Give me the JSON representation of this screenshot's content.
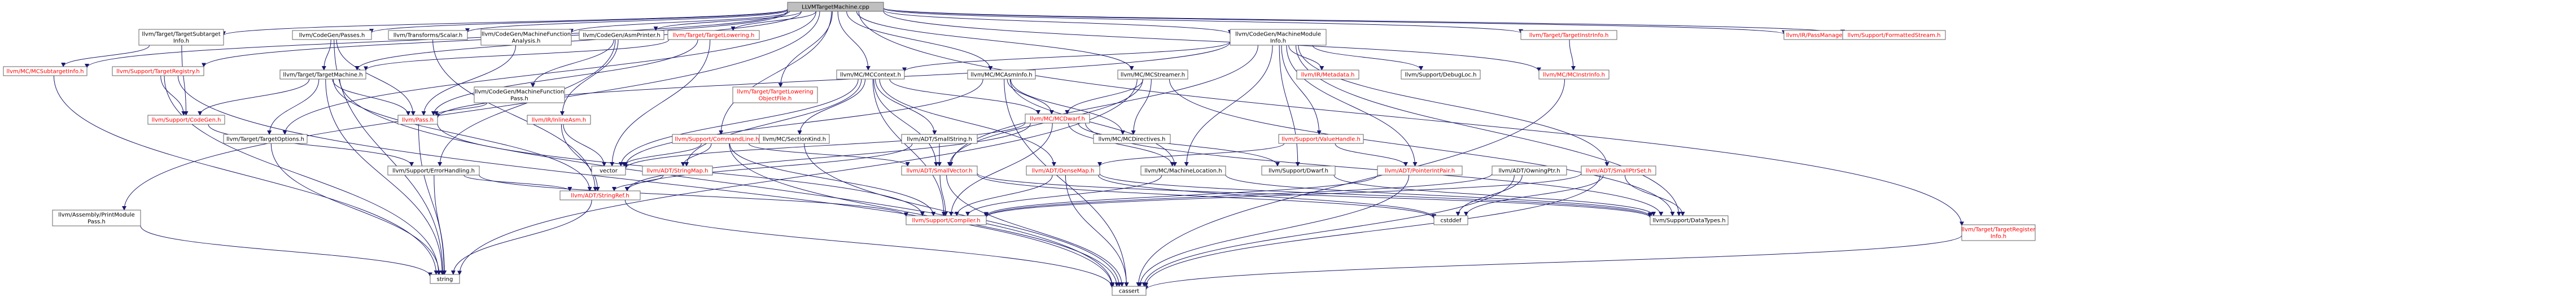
{
  "diagram": {
    "colors": {
      "root_fill": "#bfbfbf",
      "node_fill": "#ffffff",
      "border": "#666666",
      "linked_text": "#000000",
      "missing_text": "#ff0000",
      "edge": "#191970"
    },
    "nodes": [
      {
        "id": "root",
        "lines": [
          "LLVMTargetMachine.cpp"
        ],
        "style": "root"
      },
      {
        "id": "target_subtarget",
        "lines": [
          "llvm/Target/TargetSubtarget",
          "Info.h"
        ],
        "style": "linked"
      },
      {
        "id": "codegen_passes",
        "lines": [
          "llvm/CodeGen/Passes.h"
        ],
        "style": "linked"
      },
      {
        "id": "transforms_scalar",
        "lines": [
          "llvm/Transforms/Scalar.h"
        ],
        "style": "linked"
      },
      {
        "id": "codegen_mfa",
        "lines": [
          "llvm/CodeGen/MachineFunction",
          "Analysis.h"
        ],
        "style": "linked"
      },
      {
        "id": "codegen_asmprinter",
        "lines": [
          "llvm/CodeGen/AsmPrinter.h"
        ],
        "style": "linked"
      },
      {
        "id": "target_lowering",
        "lines": [
          "llvm/Target/TargetLowering.h"
        ],
        "style": "missing"
      },
      {
        "id": "codegen_machinemodule",
        "lines": [
          "llvm/CodeGen/MachineModule",
          "Info.h"
        ],
        "style": "linked"
      },
      {
        "id": "target_instrinfo",
        "lines": [
          "llvm/Target/TargetInstrInfo.h"
        ],
        "style": "missing"
      },
      {
        "id": "ir_passmanager",
        "lines": [
          "llvm/IR/PassManager.h"
        ],
        "style": "missing"
      },
      {
        "id": "support_formatted",
        "lines": [
          "llvm/Support/FormattedStream.h"
        ],
        "style": "missing"
      },
      {
        "id": "mc_subtargetinfo",
        "lines": [
          "llvm/MC/MCSubtargetInfo.h"
        ],
        "style": "missing"
      },
      {
        "id": "support_targetregistry",
        "lines": [
          "llvm/Support/TargetRegistry.h"
        ],
        "style": "missing"
      },
      {
        "id": "target_targetmachine",
        "lines": [
          "llvm/Target/TargetMachine.h"
        ],
        "style": "linked"
      },
      {
        "id": "codegen_mfpass",
        "lines": [
          "llvm/CodeGen/MachineFunction",
          "Pass.h"
        ],
        "style": "linked"
      },
      {
        "id": "target_lowering_objfile",
        "lines": [
          "llvm/Target/TargetLowering",
          "ObjectFile.h"
        ],
        "style": "missing"
      },
      {
        "id": "mc_mccontext",
        "lines": [
          "llvm/MC/MCContext.h"
        ],
        "style": "linked"
      },
      {
        "id": "mc_mcasminfo",
        "lines": [
          "llvm/MC/MCAsmInfo.h"
        ],
        "style": "linked"
      },
      {
        "id": "mc_mcstreamer",
        "lines": [
          "llvm/MC/MCStreamer.h"
        ],
        "style": "linked"
      },
      {
        "id": "ir_metadata",
        "lines": [
          "llvm/IR/Metadata.h"
        ],
        "style": "missing"
      },
      {
        "id": "support_debugloc",
        "lines": [
          "llvm/Support/DebugLoc.h"
        ],
        "style": "linked"
      },
      {
        "id": "mc_mcinstrinfo",
        "lines": [
          "llvm/MC/MCInstrInfo.h"
        ],
        "style": "missing"
      },
      {
        "id": "support_codegen",
        "lines": [
          "llvm/Support/CodeGen.h"
        ],
        "style": "missing"
      },
      {
        "id": "target_targetoptions",
        "lines": [
          "llvm/Target/TargetOptions.h"
        ],
        "style": "linked"
      },
      {
        "id": "pass",
        "lines": [
          "llvm/Pass.h"
        ],
        "style": "missing"
      },
      {
        "id": "ir_inlineasm",
        "lines": [
          "llvm/IR/InlineAsm.h"
        ],
        "style": "missing"
      },
      {
        "id": "adt_smallstring",
        "lines": [
          "llvm/ADT/SmallString.h"
        ],
        "style": "linked"
      },
      {
        "id": "support_commandline",
        "lines": [
          "llvm/Support/CommandLine.h"
        ],
        "style": "missing"
      },
      {
        "id": "mc_sectionkind",
        "lines": [
          "llvm/MC/SectionKind.h"
        ],
        "style": "linked"
      },
      {
        "id": "mc_mcdwarf",
        "lines": [
          "llvm/MC/MCDwarf.h"
        ],
        "style": "missing"
      },
      {
        "id": "mc_mcdirectives",
        "lines": [
          "llvm/MC/MCDirectives.h"
        ],
        "style": "linked"
      },
      {
        "id": "support_valuehandle",
        "lines": [
          "llvm/Support/ValueHandle.h"
        ],
        "style": "missing"
      },
      {
        "id": "assembly_print",
        "lines": [
          "llvm/Assembly/PrintModule",
          "Pass.h"
        ],
        "style": "linked"
      },
      {
        "id": "support_errorhandling",
        "lines": [
          "llvm/Support/ErrorHandling.h"
        ],
        "style": "linked"
      },
      {
        "id": "vector",
        "lines": [
          "vector"
        ],
        "style": "plain"
      },
      {
        "id": "adt_stringmap",
        "lines": [
          "llvm/ADT/StringMap.h"
        ],
        "style": "missing"
      },
      {
        "id": "adt_smallvector",
        "lines": [
          "llvm/ADT/SmallVector.h"
        ],
        "style": "missing"
      },
      {
        "id": "adt_densemap",
        "lines": [
          "llvm/ADT/DenseMap.h"
        ],
        "style": "missing"
      },
      {
        "id": "mc_machinelocation",
        "lines": [
          "llvm/MC/MachineLocation.h"
        ],
        "style": "linked"
      },
      {
        "id": "support_dwarf",
        "lines": [
          "llvm/Support/Dwarf.h"
        ],
        "style": "linked"
      },
      {
        "id": "adt_pointerintpair",
        "lines": [
          "llvm/ADT/PointerIntPair.h"
        ],
        "style": "missing"
      },
      {
        "id": "adt_owningptr",
        "lines": [
          "llvm/ADT/OwningPtr.h"
        ],
        "style": "linked"
      },
      {
        "id": "adt_smallptrset",
        "lines": [
          "llvm/ADT/SmallPtrSet.h"
        ],
        "style": "missing"
      },
      {
        "id": "target_register",
        "lines": [
          "llvm/Target/TargetRegister",
          "Info.h"
        ],
        "style": "missing"
      },
      {
        "id": "adt_stringref",
        "lines": [
          "llvm/ADT/StringRef.h"
        ],
        "style": "missing"
      },
      {
        "id": "support_compiler",
        "lines": [
          "llvm/Support/Compiler.h"
        ],
        "style": "missing"
      },
      {
        "id": "cstddef",
        "lines": [
          "cstddef"
        ],
        "style": "plain"
      },
      {
        "id": "support_datatypes",
        "lines": [
          "llvm/Support/DataTypes.h"
        ],
        "style": "linked"
      },
      {
        "id": "string",
        "lines": [
          "string"
        ],
        "style": "plain"
      },
      {
        "id": "cassert",
        "lines": [
          "cassert"
        ],
        "style": "plain"
      }
    ],
    "edges": [
      [
        "root",
        "target_subtarget"
      ],
      [
        "root",
        "codegen_passes"
      ],
      [
        "root",
        "transforms_scalar"
      ],
      [
        "root",
        "codegen_mfa"
      ],
      [
        "root",
        "codegen_asmprinter"
      ],
      [
        "root",
        "target_lowering"
      ],
      [
        "root",
        "codegen_machinemodule"
      ],
      [
        "root",
        "target_instrinfo"
      ],
      [
        "root",
        "ir_passmanager"
      ],
      [
        "root",
        "support_formatted"
      ],
      [
        "root",
        "mc_subtargetinfo"
      ],
      [
        "root",
        "support_targetregistry"
      ],
      [
        "root",
        "target_targetmachine"
      ],
      [
        "root",
        "target_lowering_objfile"
      ],
      [
        "root",
        "mc_mccontext"
      ],
      [
        "root",
        "mc_mcasminfo"
      ],
      [
        "root",
        "mc_mcstreamer"
      ],
      [
        "root",
        "mc_mcinstrinfo"
      ],
      [
        "root",
        "target_targetoptions"
      ],
      [
        "root",
        "support_commandline"
      ],
      [
        "root",
        "assembly_print"
      ],
      [
        "root",
        "target_register"
      ],
      [
        "target_subtarget",
        "mc_subtargetinfo"
      ],
      [
        "target_subtarget",
        "support_codegen"
      ],
      [
        "codegen_passes",
        "target_targetmachine"
      ],
      [
        "codegen_passes",
        "pass"
      ],
      [
        "codegen_passes",
        "string"
      ],
      [
        "transforms_scalar",
        "adt_stringref"
      ],
      [
        "codegen_mfa",
        "pass"
      ],
      [
        "codegen_asmprinter",
        "codegen_mfpass"
      ],
      [
        "codegen_asmprinter",
        "ir_inlineasm"
      ],
      [
        "codegen_asmprinter",
        "support_errorhandling"
      ],
      [
        "target_lowering",
        "target_targetmachine"
      ],
      [
        "target_lowering",
        "vector"
      ],
      [
        "target_lowering",
        "pass"
      ],
      [
        "codegen_machinemodule",
        "mc_mccontext"
      ],
      [
        "codegen_machinemodule",
        "ir_metadata"
      ],
      [
        "codegen_machinemodule",
        "support_debugloc"
      ],
      [
        "codegen_machinemodule",
        "mc_machinelocation"
      ],
      [
        "codegen_machinemodule",
        "adt_pointerintpair"
      ],
      [
        "codegen_machinemodule",
        "adt_smallptrset"
      ],
      [
        "codegen_machinemodule",
        "adt_smallvector"
      ],
      [
        "codegen_machinemodule",
        "support_valuehandle"
      ],
      [
        "codegen_machinemodule",
        "support_dwarf"
      ],
      [
        "codegen_machinemodule",
        "support_datatypes"
      ],
      [
        "codegen_machinemodule",
        "pass"
      ],
      [
        "target_instrinfo",
        "mc_mcinstrinfo"
      ],
      [
        "mc_subtargetinfo",
        "string"
      ],
      [
        "support_targetregistry",
        "support_codegen"
      ],
      [
        "support_targetregistry",
        "string"
      ],
      [
        "support_targetregistry",
        "cassert"
      ],
      [
        "target_targetmachine",
        "support_codegen"
      ],
      [
        "target_targetmachine",
        "target_targetoptions"
      ],
      [
        "target_targetmachine",
        "adt_stringref"
      ],
      [
        "target_targetmachine",
        "string"
      ],
      [
        "target_targetmachine",
        "cassert"
      ],
      [
        "target_targetmachine",
        "pass"
      ],
      [
        "codegen_mfpass",
        "pass"
      ],
      [
        "mc_mccontext",
        "mc_sectionkind"
      ],
      [
        "mc_mccontext",
        "mc_mcdwarf"
      ],
      [
        "mc_mccontext",
        "adt_stringmap"
      ],
      [
        "mc_mccontext",
        "adt_smallstring"
      ],
      [
        "mc_mccontext",
        "adt_densemap"
      ],
      [
        "mc_mccontext",
        "adt_smallvector"
      ],
      [
        "mc_mccontext",
        "vector"
      ],
      [
        "mc_mccontext",
        "support_compiler"
      ],
      [
        "mc_mcasminfo",
        "mc_mcdirectives"
      ],
      [
        "mc_mcasminfo",
        "mc_machinelocation"
      ],
      [
        "mc_mcasminfo",
        "mc_mcdwarf"
      ],
      [
        "mc_mcasminfo",
        "vector"
      ],
      [
        "mc_mcasminfo",
        "cassert"
      ],
      [
        "mc_mcstreamer",
        "mc_mcdirectives"
      ],
      [
        "mc_mcstreamer",
        "mc_mcdwarf"
      ],
      [
        "mc_mcstreamer",
        "adt_smallvector"
      ],
      [
        "mc_mcstreamer",
        "support_datatypes"
      ],
      [
        "mc_mcstreamer",
        "string"
      ],
      [
        "mc_mcinstrinfo",
        "cassert"
      ],
      [
        "support_codegen",
        "support_errorhandling"
      ],
      [
        "target_targetoptions",
        "string"
      ],
      [
        "pass",
        "string"
      ],
      [
        "pass",
        "support_compiler"
      ],
      [
        "ir_inlineasm",
        "vector"
      ],
      [
        "ir_inlineasm",
        "adt_stringref"
      ],
      [
        "adt_smallstring",
        "adt_smallvector"
      ],
      [
        "adt_smallstring",
        "adt_stringref"
      ],
      [
        "support_commandline",
        "adt_smallvector"
      ],
      [
        "support_commandline",
        "adt_stringmap"
      ],
      [
        "support_commandline",
        "support_compiler"
      ],
      [
        "support_commandline",
        "cassert"
      ],
      [
        "support_commandline",
        "vector"
      ],
      [
        "mc_sectionkind",
        "cassert"
      ],
      [
        "mc_mcdwarf",
        "adt_stringref"
      ],
      [
        "mc_mcdwarf",
        "support_compiler"
      ],
      [
        "mc_mcdwarf",
        "support_dwarf"
      ],
      [
        "mc_mcdwarf",
        "mc_machinelocation"
      ],
      [
        "mc_mcdwarf",
        "vector"
      ],
      [
        "mc_mcdwarf",
        "support_datatypes"
      ],
      [
        "support_valuehandle",
        "adt_pointerintpair"
      ],
      [
        "support_valuehandle",
        "adt_densemap"
      ],
      [
        "assembly_print",
        "string"
      ],
      [
        "support_errorhandling",
        "adt_stringref"
      ],
      [
        "support_errorhandling",
        "support_compiler"
      ],
      [
        "support_errorhandling",
        "string"
      ],
      [
        "adt_stringmap",
        "adt_stringref"
      ],
      [
        "adt_smallvector",
        "support_compiler"
      ],
      [
        "adt_smallvector",
        "cstddef"
      ],
      [
        "adt_smallvector",
        "support_datatypes"
      ],
      [
        "adt_smallvector",
        "cassert"
      ],
      [
        "adt_densemap",
        "support_compiler"
      ],
      [
        "adt_densemap",
        "support_datatypes"
      ],
      [
        "adt_densemap",
        "cassert"
      ],
      [
        "adt_densemap",
        "cstddef"
      ],
      [
        "mc_machinelocation",
        "support_compiler"
      ],
      [
        "mc_machinelocation",
        "support_datatypes"
      ],
      [
        "support_dwarf",
        "support_datatypes"
      ],
      [
        "adt_pointerintpair",
        "support_compiler"
      ],
      [
        "adt_pointerintpair",
        "cassert"
      ],
      [
        "adt_owningptr",
        "support_compiler"
      ],
      [
        "adt_owningptr",
        "cassert"
      ],
      [
        "adt_owningptr",
        "cstddef"
      ],
      [
        "adt_smallptrset",
        "support_compiler"
      ],
      [
        "adt_smallptrset",
        "support_datatypes"
      ],
      [
        "adt_smallptrset",
        "cassert"
      ],
      [
        "adt_smallptrset",
        "cstddef"
      ],
      [
        "target_register",
        "cassert"
      ],
      [
        "adt_stringref",
        "string"
      ],
      [
        "adt_stringref",
        "cassert"
      ]
    ]
  }
}
